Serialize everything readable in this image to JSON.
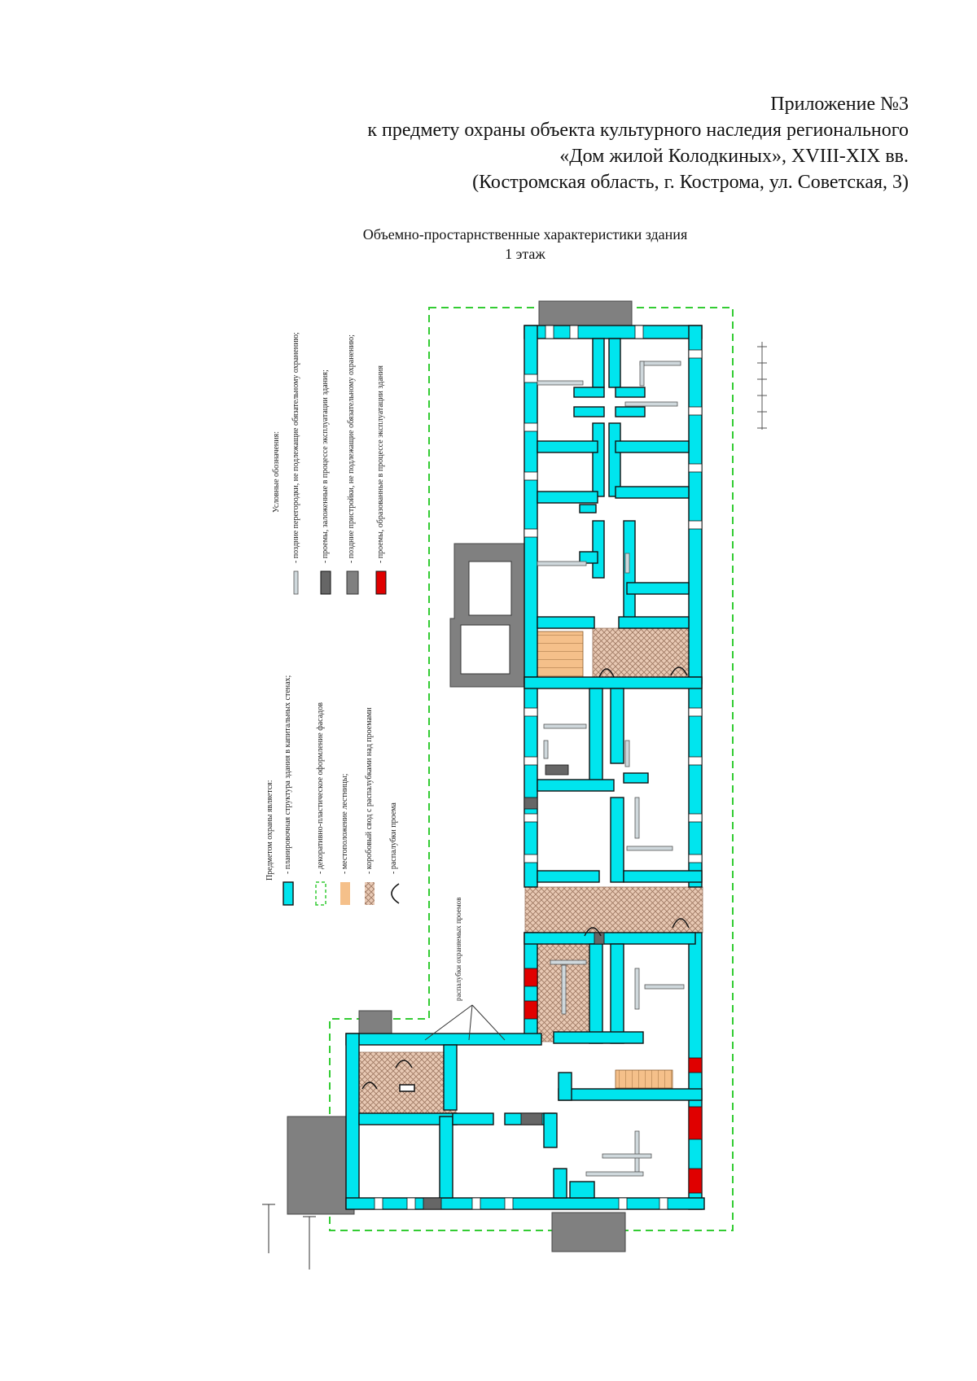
{
  "header": {
    "line1": "Приложение №3",
    "line2": "к предмету охраны объекта культурного наследия регионального",
    "line3": "«Дом жилой Колодкиных», XVIII-XIX вв.",
    "line4": "(Костромская область, г. Кострома, ул. Советская, 3)"
  },
  "subtitle": {
    "line1": "Объемно-простарнственные характеристики здания",
    "line2": "1 этаж"
  },
  "legend_protected": {
    "title": "Предметом охраны является:",
    "items": [
      "- планировочная структура здания в капитальных стенах;",
      "- декоративно-пластическое оформление фасадов",
      "- местоположение лестницы;",
      "- коробовый свод с распалубками над проемами",
      "- распалубки проема"
    ]
  },
  "legend_symbols": {
    "title": "Условные обозначения:",
    "items": [
      "- поздние перегородки, не подлежащие обязательному охранению;",
      "- проемы, заложенные в процессе эксплуатации здания;",
      "- поздние пристройки, не подлежащие обязательному охранению;",
      "- проемы, образованные в процессе эксплуатации здания"
    ]
  },
  "plan_notes": {
    "arch_note": "распалубки охраняемых проемов"
  },
  "colors": {
    "wall": "#00e5ee",
    "boundary": "#33cc33",
    "annex": "#808080",
    "stair": "#f5c08a",
    "vault": "#e8c9b4",
    "new_opening": "#e00000"
  }
}
